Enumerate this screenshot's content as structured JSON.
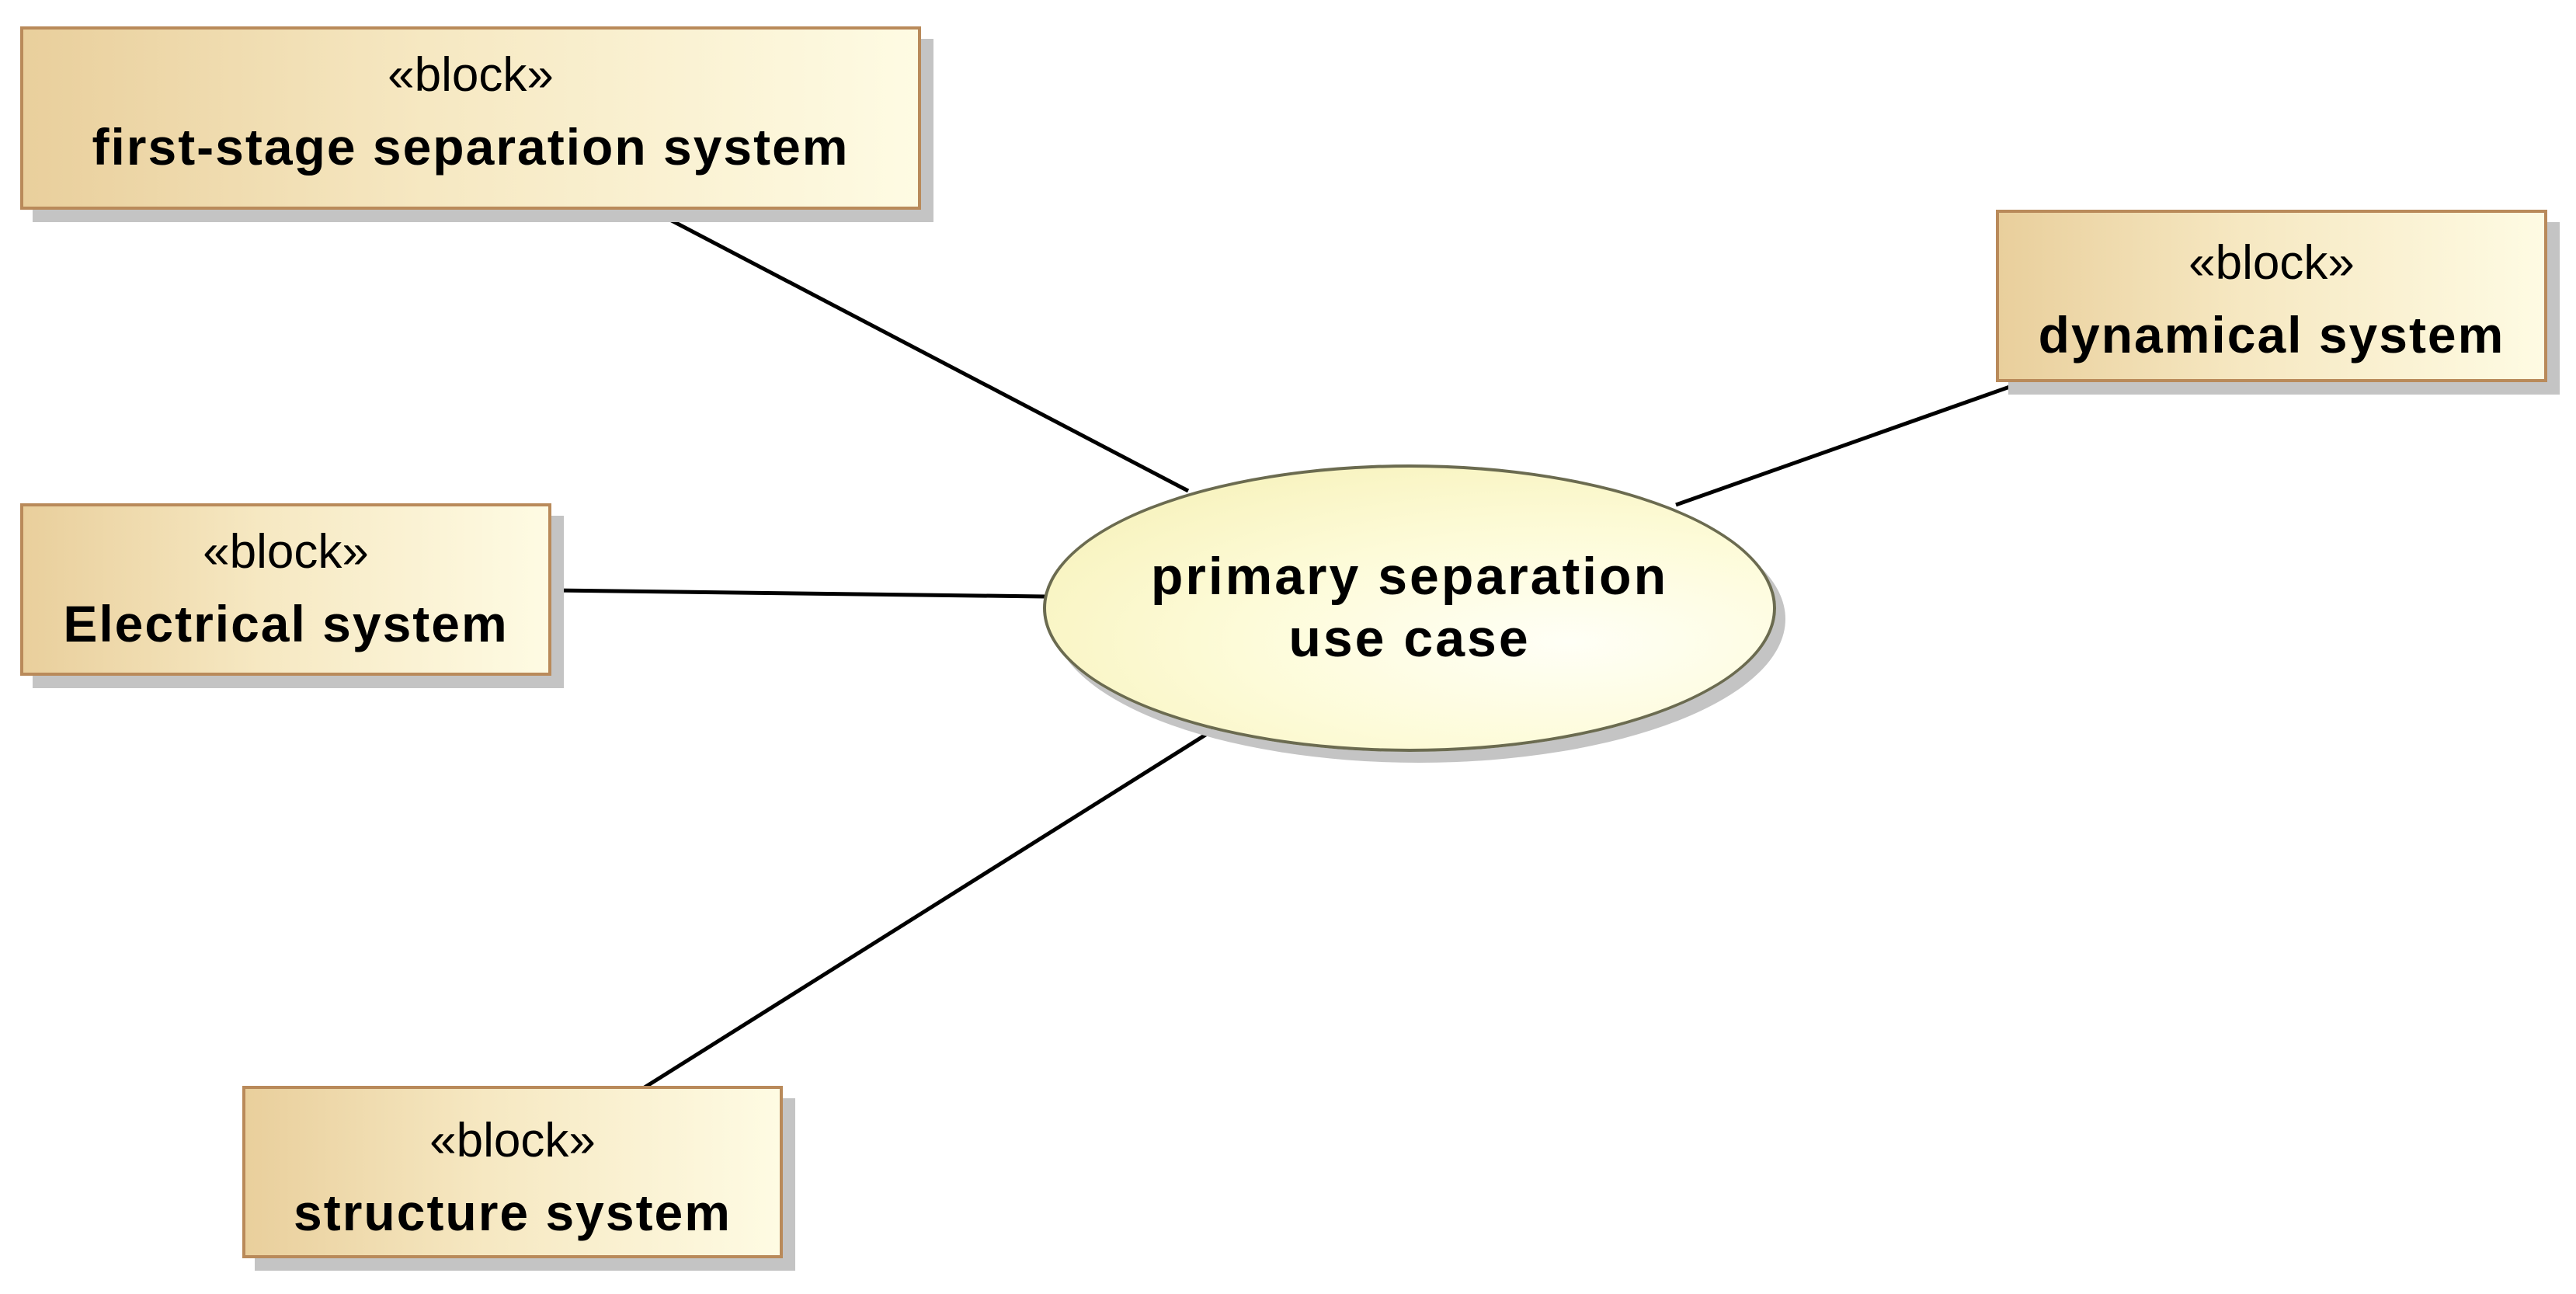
{
  "use_case": {
    "name_line1": "primary separation",
    "name_line2": "use case"
  },
  "blocks": {
    "first_stage": {
      "stereotype": "«block»",
      "name": "first-stage separation system"
    },
    "electrical": {
      "stereotype": "«block»",
      "name": "Electrical system"
    },
    "structure": {
      "stereotype": "«block»",
      "name": "structure system"
    },
    "dynamical": {
      "stereotype": "«block»",
      "name": "dynamical system"
    }
  },
  "colors": {
    "block_border": "#b98a5a",
    "block_fill_left": "#e9cf9c",
    "block_fill_right": "#fefbe3",
    "usecase_fill": "#fdfbd8",
    "usecase_border": "#6b6b50",
    "shadow": "#c4c4c4",
    "connector": "#000000"
  }
}
